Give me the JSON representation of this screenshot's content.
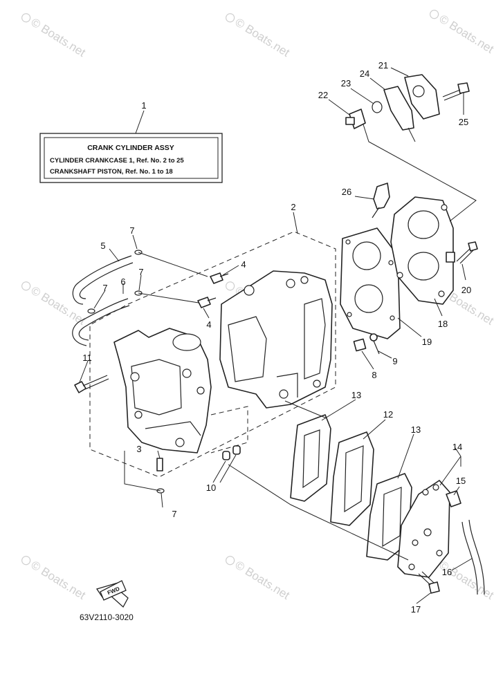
{
  "watermark": "© Boats.net",
  "assembly_box": {
    "title": "CRANK CYLINDER ASSY",
    "line1": "CYLINDER CRANKCASE 1,  Ref. No. 2 to 25",
    "line2": "CRANKSHAFT PISTON,  Ref. No. 1 to 18"
  },
  "callouts": [
    "1",
    "2",
    "3",
    "4",
    "4",
    "5",
    "6",
    "7",
    "7",
    "7",
    "7",
    "8",
    "9",
    "10",
    "11",
    "12",
    "13",
    "13",
    "14",
    "15",
    "16",
    "17",
    "18",
    "19",
    "20",
    "21",
    "22",
    "23",
    "24",
    "25",
    "26"
  ],
  "fwd_label": "FWD",
  "diagram_code": "63V2110-3020"
}
